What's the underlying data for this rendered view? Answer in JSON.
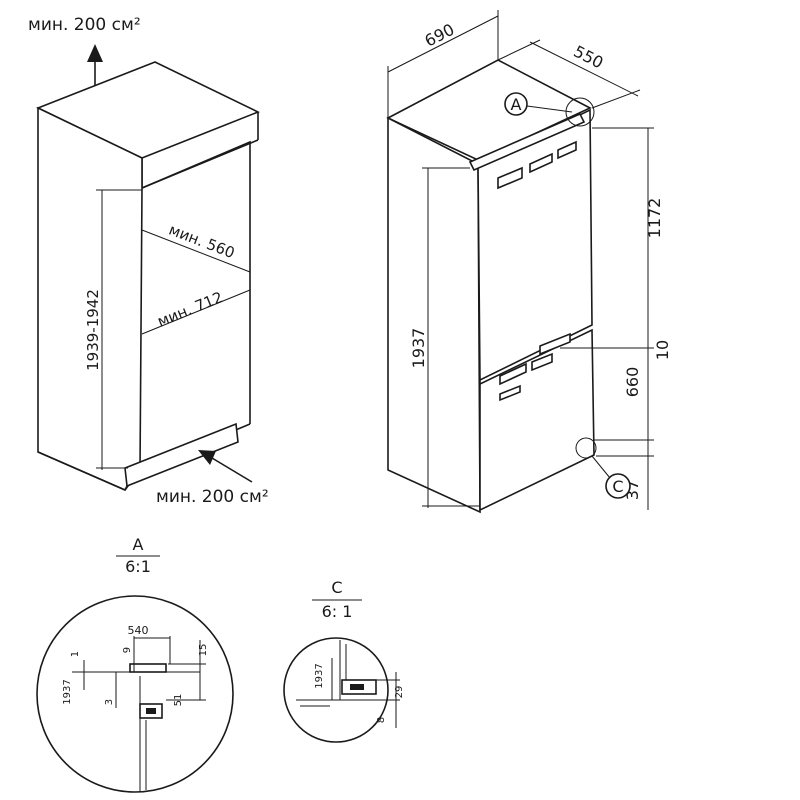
{
  "niche": {
    "vent_top": "мин. 200 см²",
    "vent_bottom": "мин. 200 см²",
    "height": "1939-1942",
    "depth": "мин. 560",
    "width": "мин. 712"
  },
  "appliance": {
    "width": "690",
    "depth": "550",
    "height": "1937",
    "upper_height": "1172",
    "gap": "10",
    "lower_height": "660",
    "plinth": "37",
    "marker_a": "A",
    "marker_c": "C"
  },
  "detail_a": {
    "letter": "A",
    "scale": "6:1",
    "dim_540": "540",
    "dim_15": "15",
    "dim_1": "1",
    "dim_9": "9",
    "dim_3": "3",
    "dim_51": "51",
    "dim_1937": "1937"
  },
  "detail_c": {
    "letter": "C",
    "scale": "6: 1",
    "dim_1937": "1937",
    "dim_29": "29",
    "dim_8": "8"
  },
  "colors": {
    "ink": "#1a1a1a",
    "paper": "#ffffff"
  }
}
